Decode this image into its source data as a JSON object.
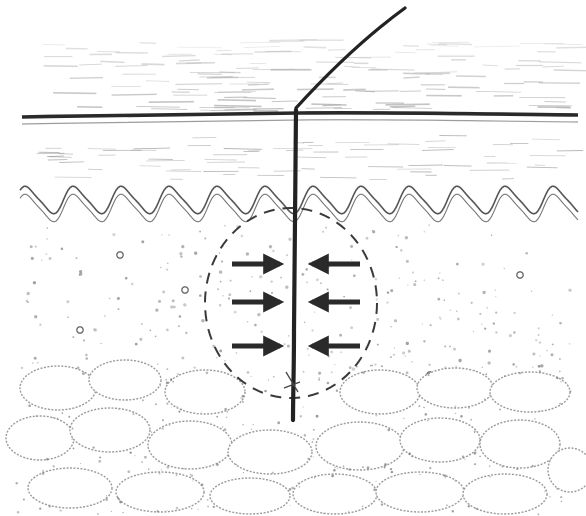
{
  "figure": {
    "subject": "skin-cross-section-with-needle-insertion",
    "layers": [
      "epidermis",
      "dermis",
      "subcutaneous-fat"
    ],
    "arrow_pairs": 3,
    "colors": {
      "ink": "#2a2a2a",
      "texture": "#8a8a8a",
      "hatch": "#b5b5b5",
      "paper": "#ffffff"
    }
  }
}
